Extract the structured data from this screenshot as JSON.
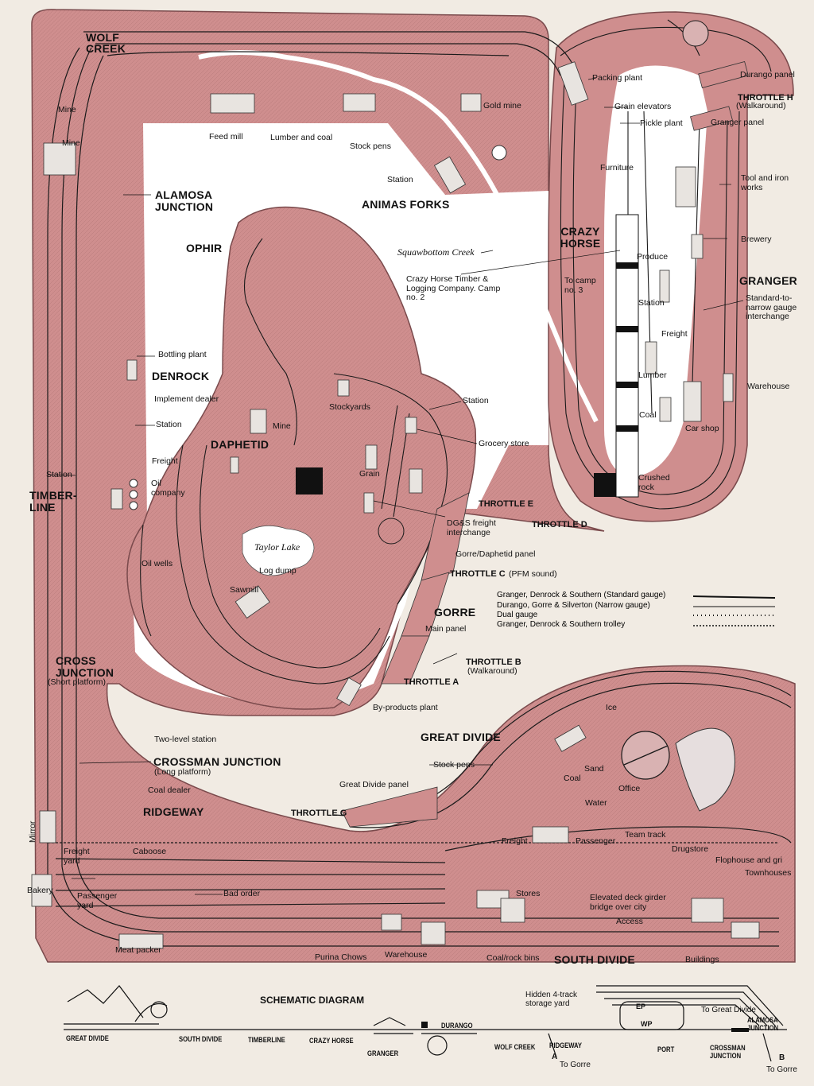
{
  "labels": {
    "wolf_creek": "WOLF CREEK",
    "mine_upper": "Mine",
    "mine_lower": "Mine",
    "feed_mill": "Feed mill",
    "lumber_and_coal": "Lumber and coal",
    "stock_pens_top": "Stock pens",
    "gold_mine": "Gold mine",
    "station_animas": "Station",
    "alamosa_junction": "ALAMOSA JUNCTION",
    "animas_forks": "ANIMAS FORKS",
    "ophir": "OPHIR",
    "squawbottom_creek": "Squawbottom Creek",
    "crazy_horse": "CRAZY HORSE",
    "crazy_horse_timber": "Crazy Horse Timber & Logging Company. Camp no. 2",
    "to_camp": "To camp no. 3",
    "packing_plant": "Packing plant",
    "grain_elevators": "Grain elevators",
    "pickle_plant": "Pickle plant",
    "furniture": "Furniture",
    "durango_panel": "Durango panel",
    "throttle_h": "THROTTLE H",
    "throttle_h_sub": "(Walkaround)",
    "granger_panel": "Granger panel",
    "tool_and_iron": "Tool and iron works",
    "brewery": "Brewery",
    "granger": "GRANGER",
    "std_narrow": "Standard-to-narrow gauge interchange",
    "produce": "Produce",
    "station_granger": "Station",
    "freight_granger": "Freight",
    "lumber_granger": "Lumber",
    "warehouse_granger": "Warehouse",
    "coal_granger": "Coal",
    "car_shop": "Car shop",
    "crushed_rock": "Crushed rock",
    "bottling_plant": "Bottling plant",
    "denrock": "DENROCK",
    "implement_dealer": "Implement dealer",
    "station_denrock": "Station",
    "mine_daphetid": "Mine",
    "stockyards": "Stockyards",
    "station_gorre_top": "Station",
    "grocery_store": "Grocery store",
    "daphetid": "DAPHETID",
    "freight_denrock": "Freight",
    "oil_company": "Oil company",
    "station_timberline": "Station",
    "timberline": "TIMBER-LINE",
    "grain": "Grain",
    "throttle_e": "THROTTLE E",
    "throttle_d": "THROTTLE D",
    "dgs_interchange": "DG&S freight interchange",
    "gorre_daphetid_panel": "Gorre/Daphetid panel",
    "throttle_c": "THROTTLE C",
    "throttle_c_sub": "(PFM sound)",
    "oil_wells": "Oil wells",
    "taylor_lake": "Taylor Lake",
    "log_dump": "Log dump",
    "sawmill": "Sawmill",
    "gorre": "GORRE",
    "main_panel": "Main panel",
    "throttle_b": "THROTTLE B",
    "throttle_b_sub": "(Walkaround)",
    "throttle_a": "THROTTLE A",
    "cross_junction": "CROSS JUNCTION",
    "short_platform": "(Short platform)",
    "by_products": "By-products plant",
    "two_level_station": "Two-level station",
    "great_divide": "GREAT DIVIDE",
    "crossman_junction": "CROSSMAN JUNCTION",
    "long_platform": "(Long platform)",
    "stock_pens_gd": "Stock pens",
    "ice": "Ice",
    "sand": "Sand",
    "coal_gd": "Coal",
    "office": "Office",
    "water": "Water",
    "coal_dealer": "Coal dealer",
    "ridgeway": "RIDGEWAY",
    "great_divide_panel": "Great Divide panel",
    "throttle_g": "THROTTLE G",
    "mirror": "Mirror",
    "freight_yard": "Freight yard",
    "caboose": "Caboose",
    "freight_gd": "Freight",
    "passenger_gd": "Passenger",
    "team_track": "Team track",
    "drugstore": "Drugstore",
    "flophouse": "Flophouse and gri",
    "townhouses": "Townhouses",
    "bakery": "Bakery",
    "passenger_yard": "Passenger yard",
    "bad_order": "Bad order",
    "stores": "Stores",
    "elevated_bridge": "Elevated deck girder bridge over city",
    "access": "Access",
    "meat_packer": "Meat packer",
    "purina": "Purina Chows",
    "warehouse_sd": "Warehouse",
    "coal_rock_bins": "Coal/rock bins",
    "south_divide": "SOUTH DIVIDE",
    "buildings": "Buildings"
  },
  "legend": {
    "items": [
      "Granger, Denrock & Southern (Standard gauge)",
      "Durango, Gorre & Silverton (Narrow gauge)",
      "Dual gauge",
      "Granger, Denrock & Southern trolley"
    ]
  },
  "schematic": {
    "title": "SCHEMATIC DIAGRAM",
    "hidden_storage": "Hidden 4-track storage yard",
    "to_great_divide": "To Great Divide",
    "ep": "EP",
    "wp": "WP",
    "stations": [
      "GREAT DIVIDE",
      "SOUTH DIVIDE",
      "TIMBERLINE",
      "CRAZY HORSE",
      "GRANGER",
      "DURANGO",
      "WOLF CREEK",
      "RIDGEWAY",
      "PORT",
      "CROSSMAN JUNCTION",
      "ALAMOSA JUNCTION"
    ],
    "a_marker": "A",
    "a_to": "To Gorre",
    "b_marker": "B",
    "b_to": "To Gorre"
  },
  "colors": {
    "benchwork": "#cf8e8e",
    "benchwork_dark": "#b76f72",
    "aisle": "#ffffff",
    "track": "#1a1a1a",
    "page_bg": "#f1ebe3"
  }
}
